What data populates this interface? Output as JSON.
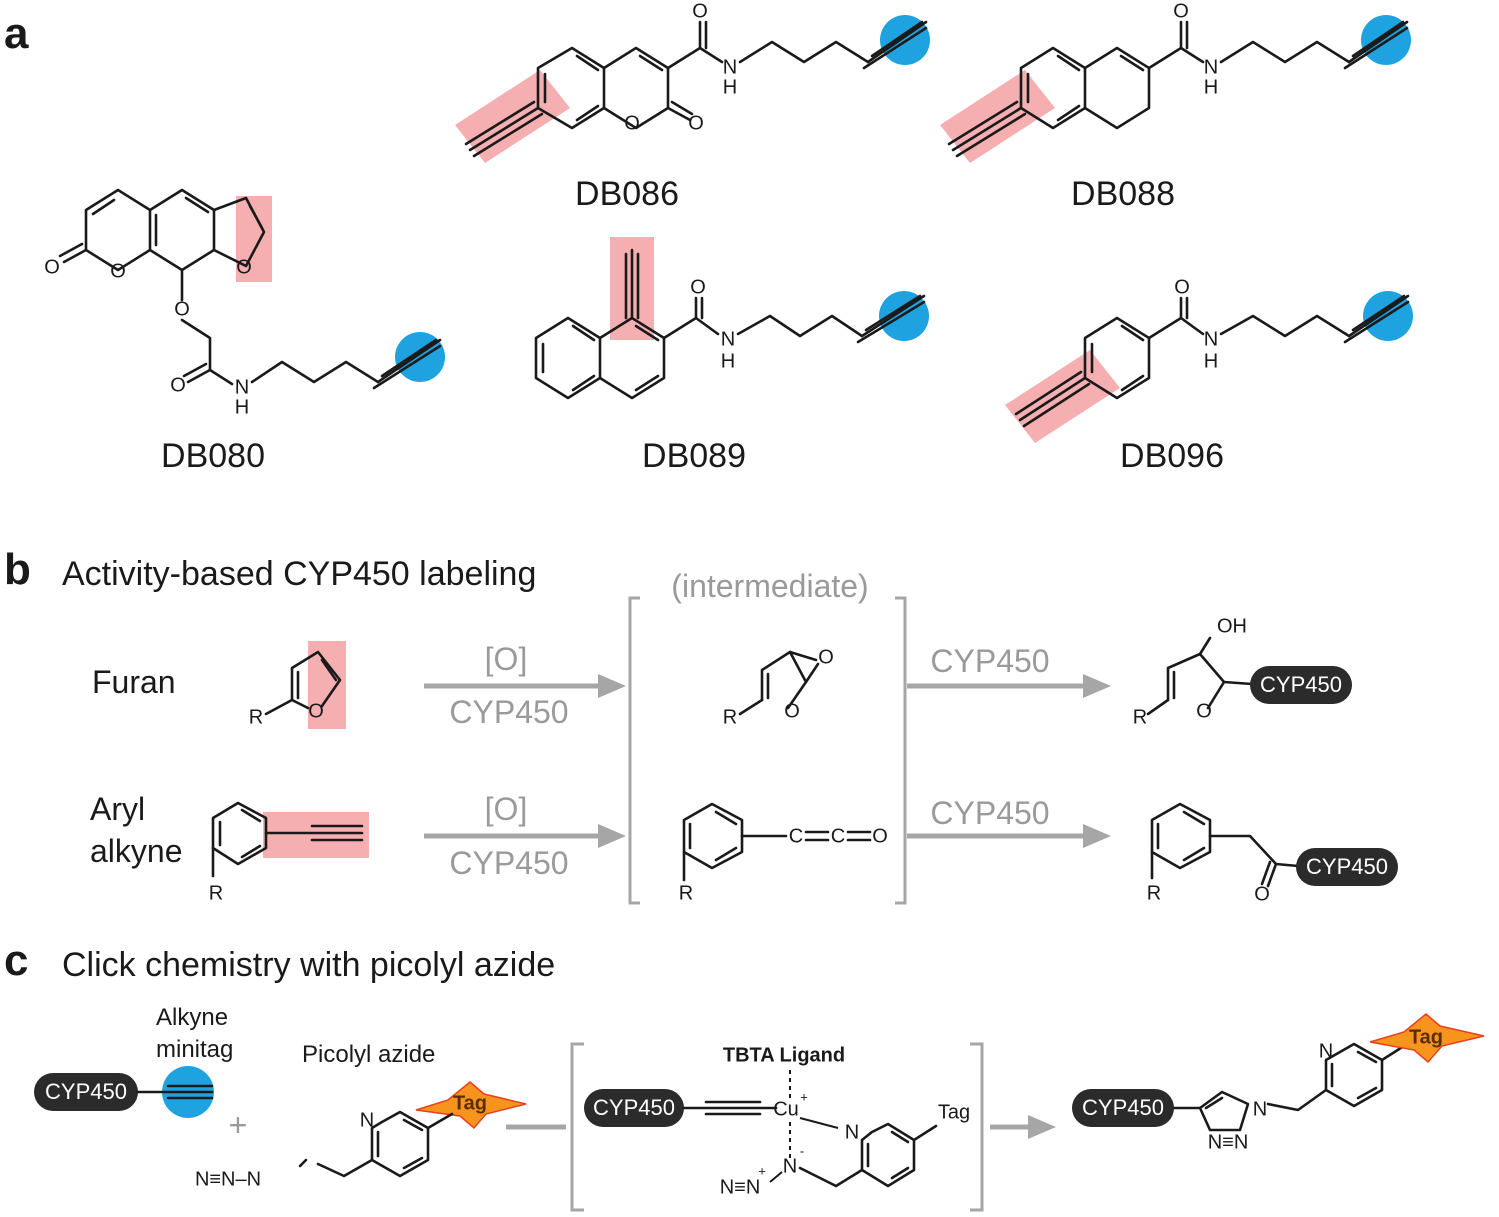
{
  "panels": {
    "a": {
      "letter": "a"
    },
    "b": {
      "letter": "b",
      "title": "Activity-based CYP450 labeling"
    },
    "c": {
      "letter": "c",
      "title": "Click chemistry with picolyl azide"
    }
  },
  "compounds": {
    "db086": "DB086",
    "db088": "DB088",
    "db080": "DB080",
    "db089": "DB089",
    "db096": "DB096"
  },
  "atoms": {
    "O": "O",
    "N": "N",
    "H": "H",
    "R": "R",
    "OH": "OH",
    "Cu": "Cu",
    "C": "C"
  },
  "panel_b": {
    "intermediate_label": "(intermediate)",
    "furan_label": "Furan",
    "aryl_label_1": "Aryl",
    "aryl_label_2": "alkyne",
    "oxidant": "[O]",
    "enzyme": "CYP450",
    "cyp_tag": "CYP450"
  },
  "panel_c": {
    "alkyne_minitag_1": "Alkyne",
    "alkyne_minitag_2": "minitag",
    "picolyl_azide": "Picolyl azide",
    "plus": "+",
    "tbta_ligand": "TBTA Ligand",
    "cyp_tag": "CYP450",
    "tag": "Tag",
    "azide_a": "N≡N–N",
    "azide_b": "N≡N",
    "cu_plus": "+",
    "n_plus": "+",
    "n_minus": "-"
  },
  "colors": {
    "highlight": "#f4a6a8",
    "alkyne_tag": "#1ea3e0",
    "arrow": "#a6a6a6",
    "pill": "#2b2b2b",
    "tag_star": "#f7941d"
  }
}
